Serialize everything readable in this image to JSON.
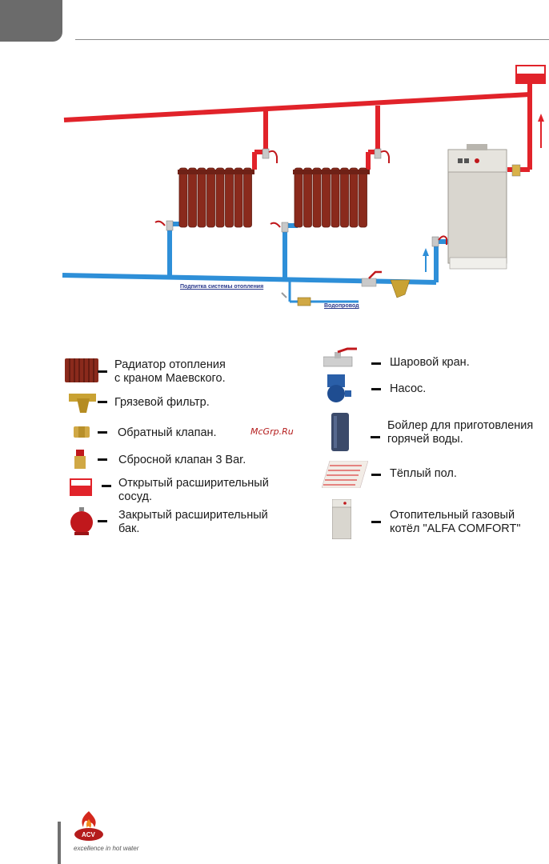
{
  "diagram": {
    "label_make_up": "Подпитка системы отопления",
    "label_water_supply": "Водопровод",
    "colors": {
      "supply": "#e1232a",
      "return": "#2e8fd8",
      "radiator": "#8a2a1c",
      "boiler": "#d9d6cf"
    }
  },
  "legend": {
    "left": [
      {
        "icon": "radiator-icon",
        "text": "Радиатор отопления\nс краном Маевского."
      },
      {
        "icon": "strainer-icon",
        "text": "Грязевой фильтр."
      },
      {
        "icon": "check-valve-icon",
        "text": "Обратный клапан."
      },
      {
        "icon": "relief-valve-icon",
        "text": "Сбросной клапан 3 Bar."
      },
      {
        "icon": "open-tank-icon",
        "text": "Открытый расширительный\nсосуд."
      },
      {
        "icon": "closed-tank-icon",
        "text": "Закрытый расширительный\nбак."
      }
    ],
    "right": [
      {
        "icon": "ball-valve-icon",
        "text": "Шаровой кран."
      },
      {
        "icon": "pump-icon",
        "text": "Насос."
      },
      {
        "icon": "water-heater-icon",
        "text": "Бойлер для приготовления\nгорячей воды."
      },
      {
        "icon": "underfloor-heating-icon",
        "text": "Тёплый пол."
      },
      {
        "icon": "gas-boiler-icon",
        "text": "Отопительный газовый\nкотёл \"ALFA COMFORT\""
      }
    ]
  },
  "watermark": "McGrp.Ru",
  "footer": {
    "brand": "ACV",
    "tagline": "excellence in hot water"
  }
}
